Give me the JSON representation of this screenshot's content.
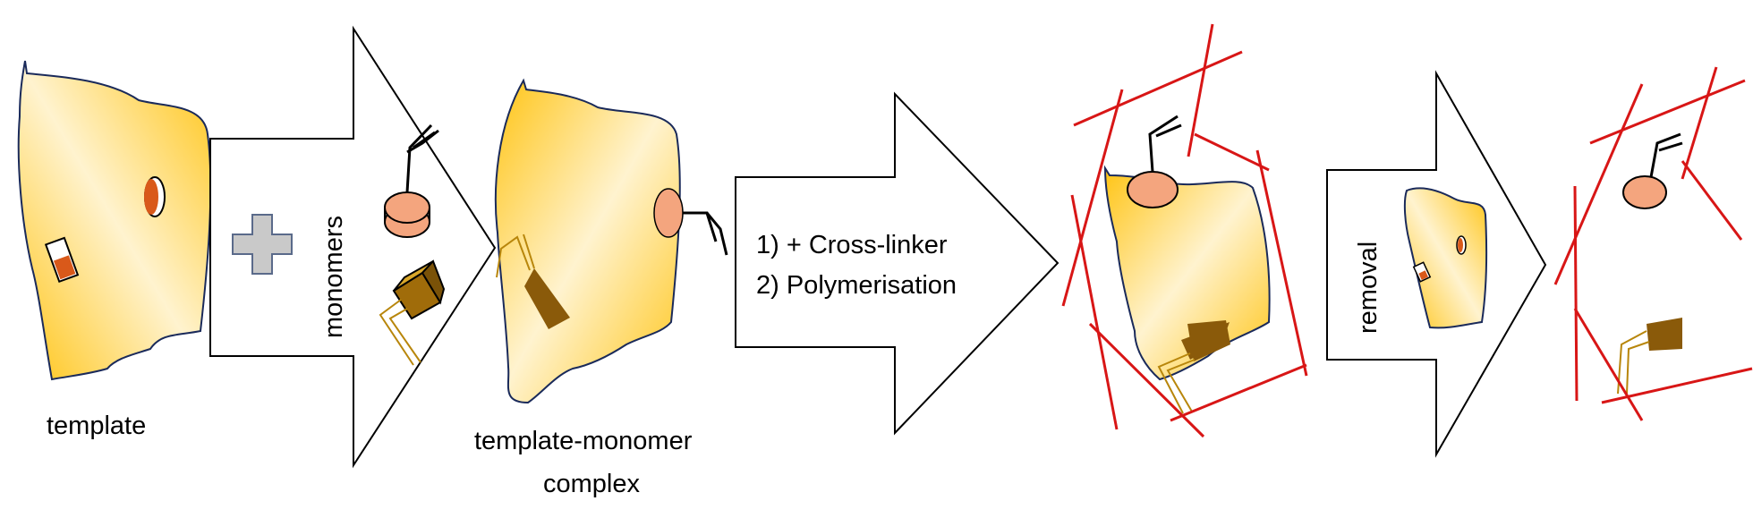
{
  "labels": {
    "template": "template",
    "monomers": "monomers",
    "complex_line1": "template-monomer",
    "complex_line2": "complex",
    "step1": "1) + Cross-linker",
    "step2": "2) Polymerisation",
    "removal": "removal"
  },
  "colors": {
    "template_light": "#fff4d6",
    "template_dark": "#ffc414",
    "outline": "#1a2a5a",
    "site_orange": "#d9591a",
    "salmon": "#f4a57e",
    "brown": "#8a5a0a",
    "gold": "#b8860b",
    "polymer_red": "#d81616",
    "plus_gray": "#c9c9c9",
    "plus_edge": "#5a6a8a"
  },
  "icons": {
    "plus": "plus-icon",
    "cube": "cube-icon",
    "disc": "disc-icon"
  }
}
